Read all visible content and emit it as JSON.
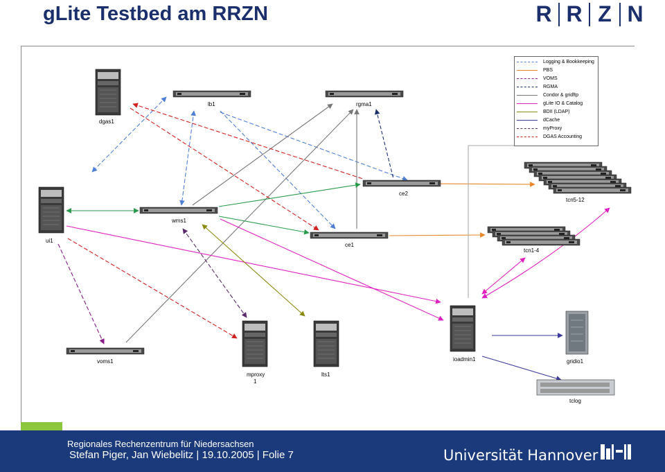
{
  "header": {
    "title": "gLite Testbed am RRZN",
    "logo_letters": [
      "R",
      "R",
      "Z",
      "N"
    ]
  },
  "legend": [
    {
      "label": "Logging & Bookkeeping",
      "color": "#4f7fd6",
      "dash": "6,3"
    },
    {
      "label": "PBS",
      "color": "#e8862a",
      "dash": ""
    },
    {
      "label": "VOMS",
      "color": "#8a1a8a",
      "dash": "6,3"
    },
    {
      "label": "RGMA",
      "color": "#1a2f6b",
      "dash": "5,3"
    },
    {
      "label": "Condor & gridftp",
      "color": "#777777",
      "dash": ""
    },
    {
      "label": "gLite IO & Catalog",
      "color": "#e020c0",
      "dash": ""
    },
    {
      "label": "BDII (LDAP)",
      "color": "#8a8a10",
      "dash": ""
    },
    {
      "label": "dCache",
      "color": "#3a3a9a",
      "dash": ""
    },
    {
      "label": "myProxy",
      "color": "#5a2a6a",
      "dash": "6,3"
    },
    {
      "label": "DGAS Accounting",
      "color": "#d02020",
      "dash": "6,3"
    }
  ],
  "nodes": {
    "dgas1": "dgas1",
    "lb1": "lb1",
    "rgma1": "rgma1",
    "ce2": "ce2",
    "tcn5_12": "tcn5-12",
    "ui1": "ui1",
    "wms1": "wms1",
    "ce1": "ce1",
    "tcn1_4": "tcn1-4",
    "voms1": "voms1",
    "mproxy_1": "mproxy",
    "mproxy_2": "1",
    "lts1": "lts1",
    "ioadmin1": "ioadmin1",
    "gridio1": "gridio1",
    "tclog": "tclog"
  },
  "footer": {
    "institute": "Regionales Rechenzentrum für Niedersachsen",
    "authors": "Stefan Piger, Jan Wiebelitz | 19.10.2005 | Folie 7",
    "university": "Universität Hannover"
  },
  "colors": {
    "brand_blue": "#1a3a7c",
    "accent_green": "#8cc63f"
  }
}
